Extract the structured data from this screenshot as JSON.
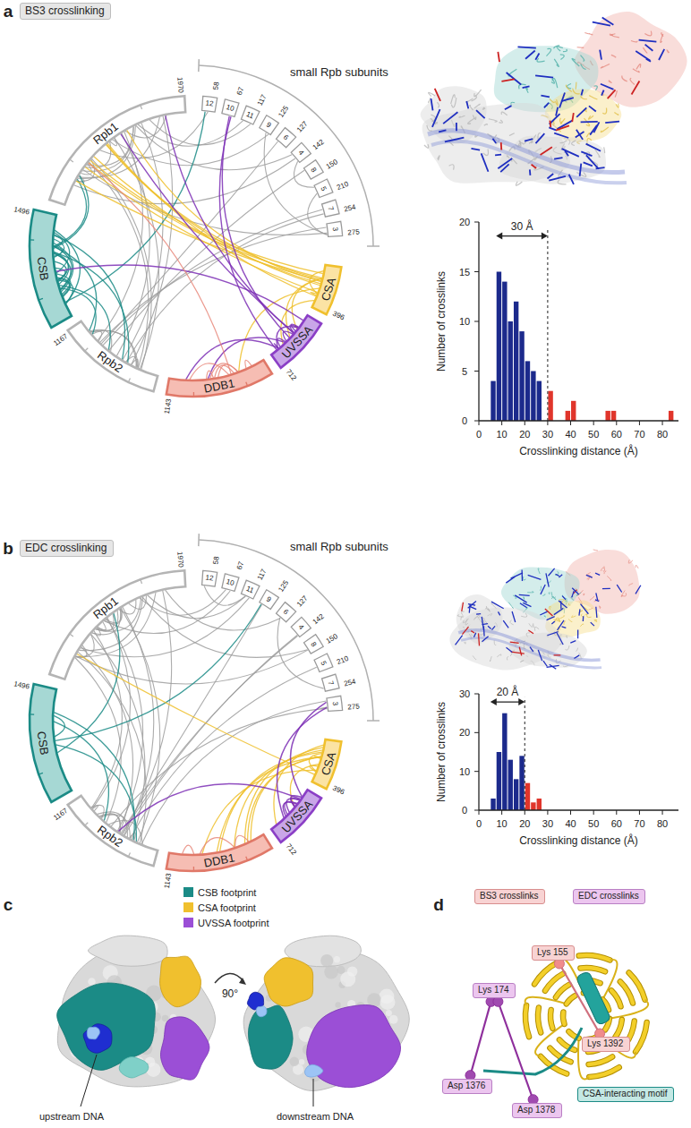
{
  "diagram": {
    "nodes": [
      {
        "text": [
          "BS3 crosslinking"
        ]
      },
      {
        "text": [
          "EDC crosslinking"
        ]
      },
      {
        "text": [
          "BS3 crosslinks"
        ]
      },
      {
        "text": [
          "EDC crosslinks"
        ]
      },
      {
        "text": [
          "Lys 155"
        ]
      },
      {
        "text": [
          "Lys 174"
        ]
      },
      {
        "text": [
          "Lys 1392"
        ]
      },
      {
        "text": [
          "Asp 1376"
        ]
      },
      {
        "text": [
          "Asp 1378"
        ]
      },
      {
        "text": [
          "CSA-interacting motif"
        ]
      }
    ],
    "edges": [
      {
        "from": 4,
        "to": 6,
        "arrow": "none"
      },
      {
        "from": 5,
        "to": 7,
        "arrow": "none"
      },
      {
        "from": 5,
        "to": 8,
        "arrow": "none"
      }
    ],
    "labels": [
      "a",
      "small Rpb subunits",
      "Rpb1",
      "1970",
      "CSB",
      "1496",
      "Rpb2",
      "1167",
      "DDB1",
      "1143",
      "UVSSA",
      "712",
      "CSA",
      "396",
      "12",
      "58",
      "10",
      "67",
      "11",
      "117",
      "9",
      "125",
      "6",
      "127",
      "4",
      "142",
      "8",
      "150",
      "5",
      "210",
      "7",
      "254",
      "3",
      "275",
      "30 Å",
      "Number of crosslinks",
      "Crosslinking distance (Å)",
      "0",
      "5",
      "10",
      "15",
      "20",
      "0",
      "10",
      "20",
      "30",
      "40",
      "50",
      "60",
      "70",
      "80",
      "b",
      "small Rpb subunits",
      "Rpb1",
      "1970",
      "CSB",
      "1496",
      "Rpb2",
      "1167",
      "DDB1",
      "1143",
      "UVSSA",
      "712",
      "CSA",
      "396",
      "12",
      "58",
      "10",
      "67",
      "11",
      "117",
      "9",
      "125",
      "6",
      "127",
      "4",
      "142",
      "8",
      "150",
      "5",
      "210",
      "7",
      "254",
      "3",
      "275",
      "20 Å",
      "Number of crosslinks",
      "Crosslinking distance (Å)",
      "0",
      "10",
      "20",
      "30",
      "0",
      "10",
      "20",
      "30",
      "40",
      "50",
      "60",
      "70",
      "80",
      "c",
      "90°",
      "upstream DNA",
      "downstream DNA",
      "d"
    ],
    "legend": [
      {
        "text": "CSB footprint",
        "color": "#1b8b86"
      },
      {
        "text": "CSA footprint",
        "color": "#f0c02e"
      },
      {
        "text": "UVSSA footprint",
        "color": "#9b4fd6"
      }
    ]
  }
}
